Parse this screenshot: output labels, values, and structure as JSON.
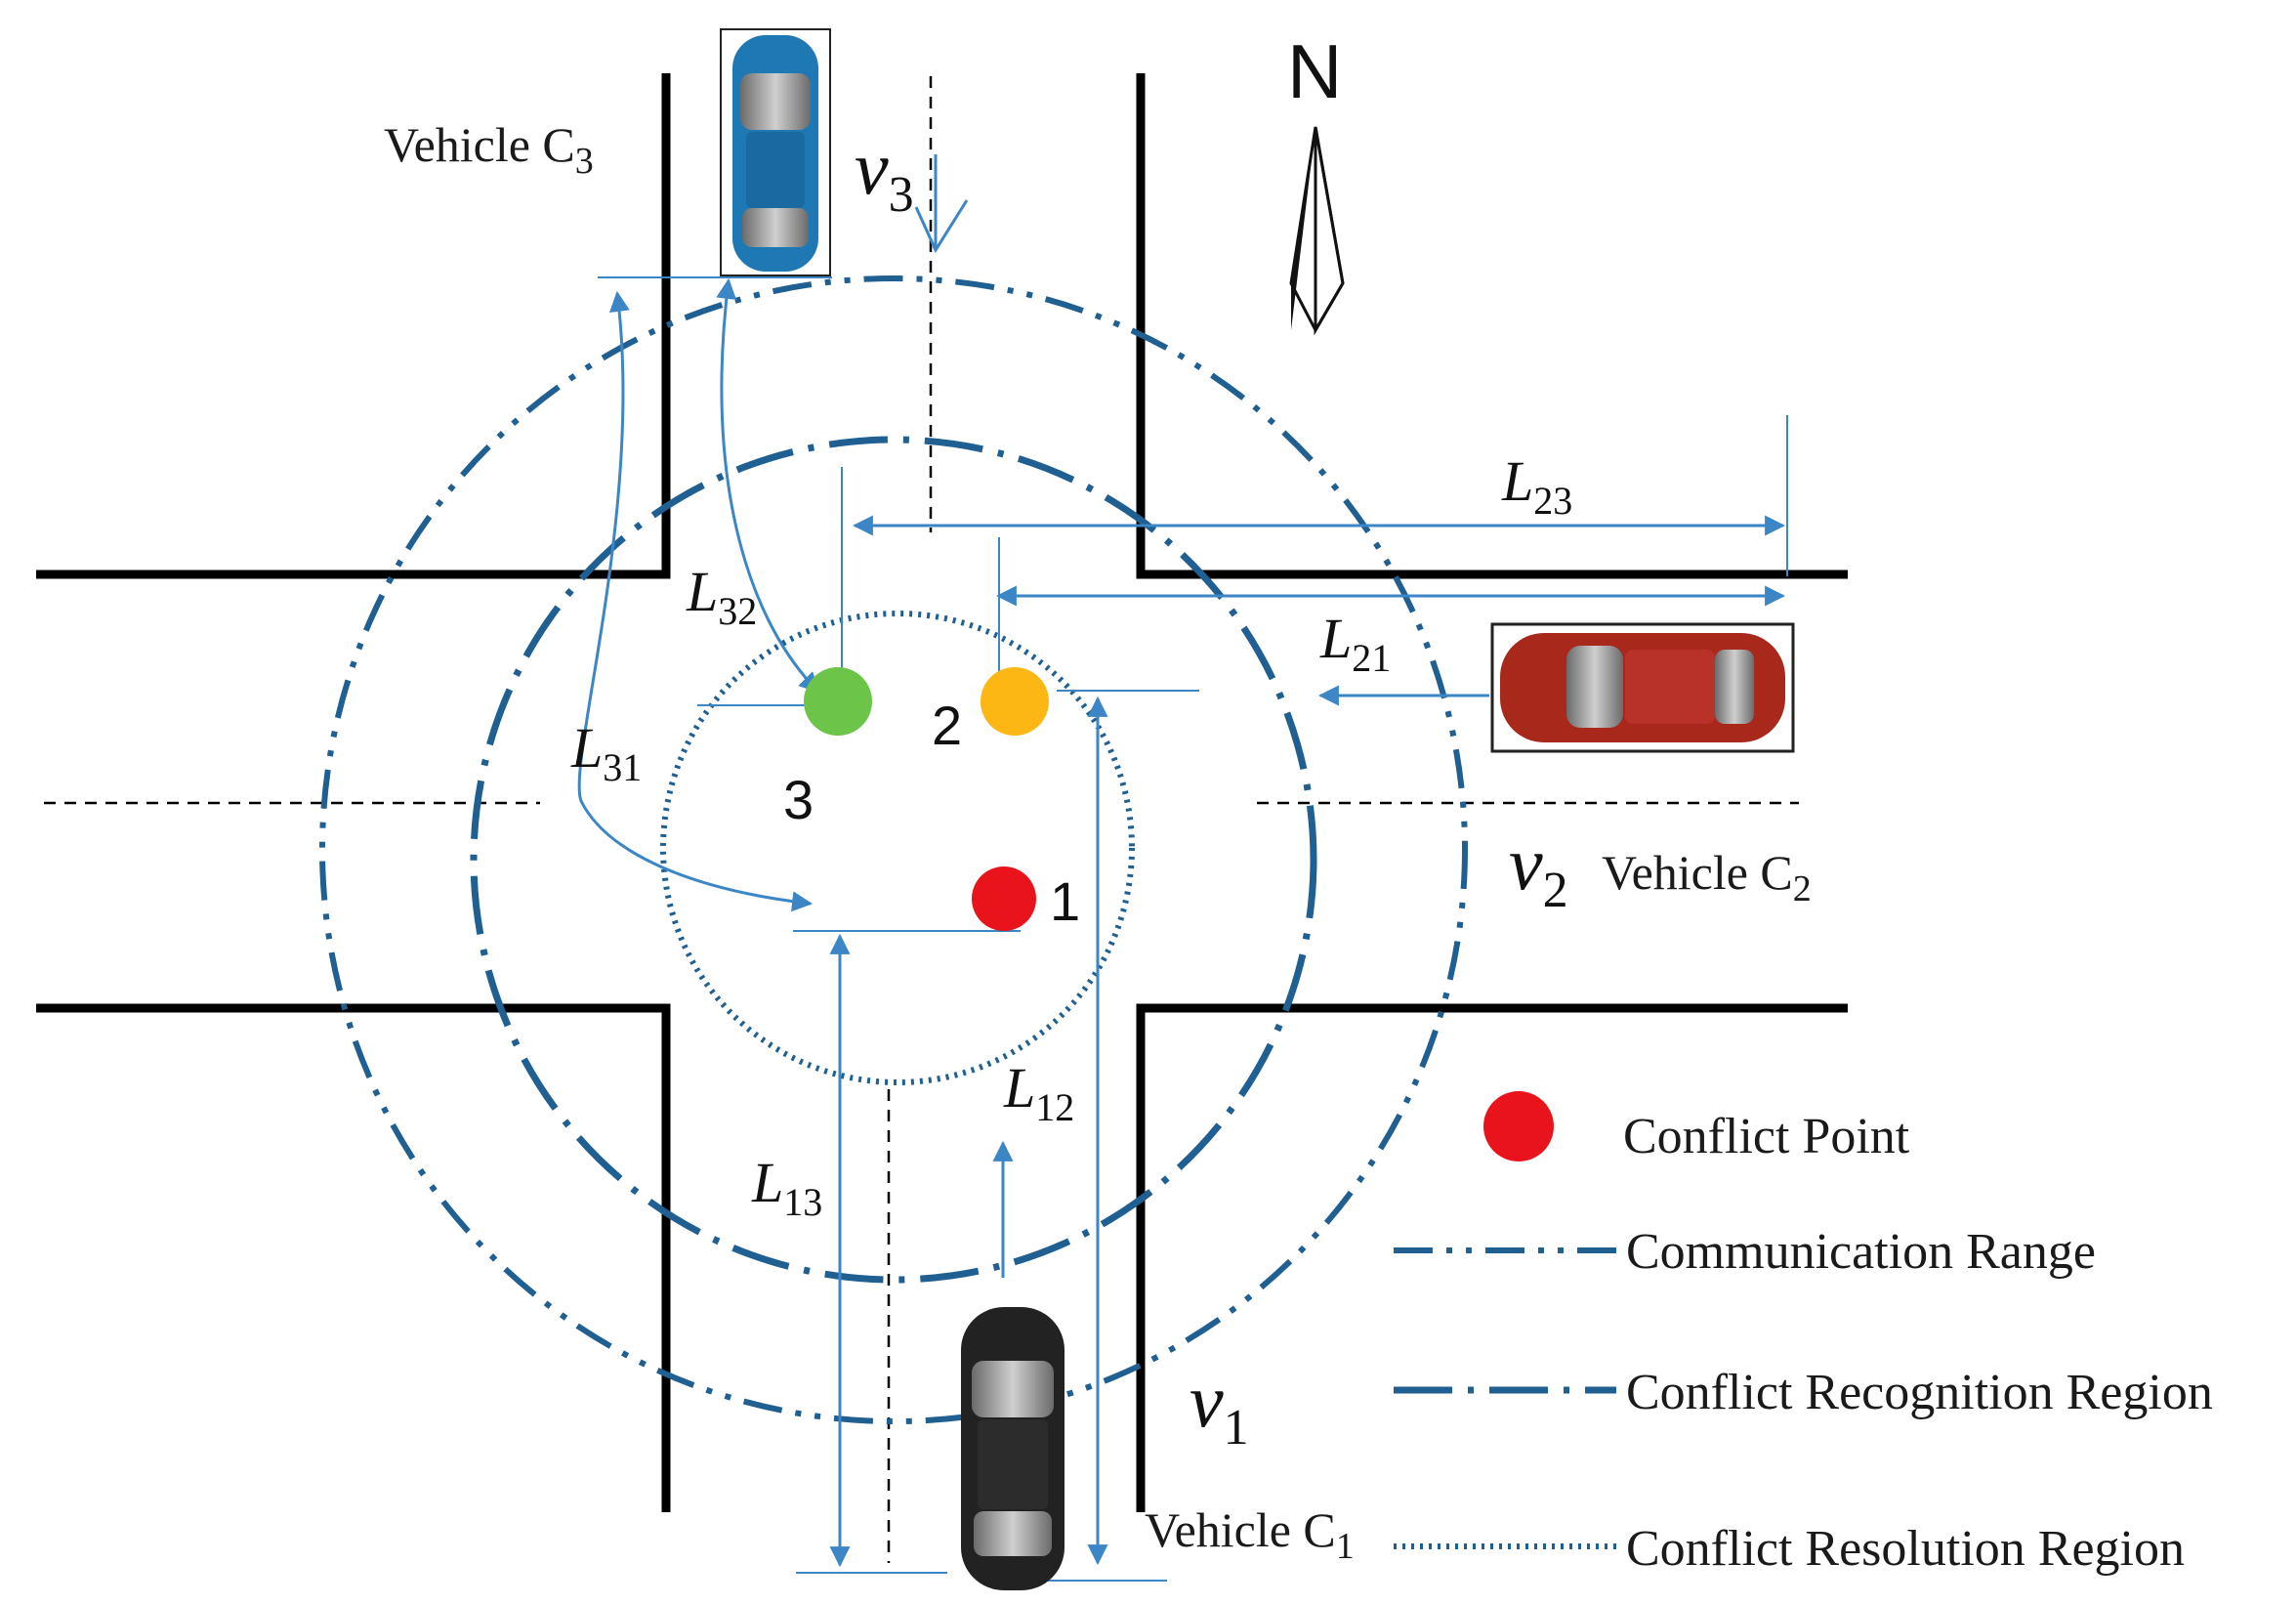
{
  "compass": {
    "label": "N"
  },
  "vehicles": {
    "c1": {
      "name": "Vehicle C",
      "sub": "1",
      "speed": "v",
      "speed_sub": "1",
      "color": "#222222"
    },
    "c2": {
      "name": "Vehicle C",
      "sub": "2",
      "speed": "v",
      "speed_sub": "2",
      "color": "#a8281c"
    },
    "c3": {
      "name": "Vehicle C",
      "sub": "3",
      "speed": "v",
      "speed_sub": "3",
      "color": "#1e78b4"
    }
  },
  "conflict_points": [
    {
      "label": "1",
      "color": "#e8131b"
    },
    {
      "label": "2",
      "color": "#fdb714"
    },
    {
      "label": "3",
      "color": "#6cc449"
    }
  ],
  "distances": {
    "l23": {
      "base": "L",
      "sub": "23"
    },
    "l21": {
      "base": "L",
      "sub": "21"
    },
    "l32": {
      "base": "L",
      "sub": "32"
    },
    "l31": {
      "base": "L",
      "sub": "31"
    },
    "l12": {
      "base": "L",
      "sub": "12"
    },
    "l13": {
      "base": "L",
      "sub": "13"
    }
  },
  "legend": {
    "conflict_point": "Conflict Point",
    "communication_range": "Communication Range",
    "conflict_recognition_region": "Conflict Recognition Region",
    "conflict_resolution_region": "Conflict Resolution Region"
  },
  "colors": {
    "region_lines": "#1f5f91",
    "dimension_lines": "#3c86c6",
    "roads": "#000000"
  }
}
